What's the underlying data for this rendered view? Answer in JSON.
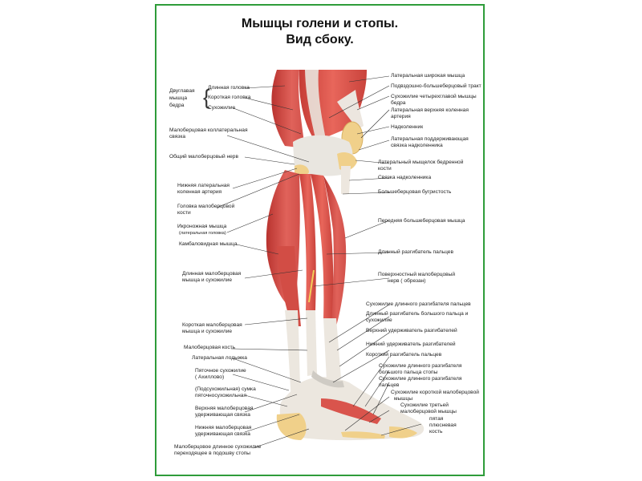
{
  "title": {
    "line1": "Мышцы голени и стопы.",
    "line2": "Вид сбоку."
  },
  "colors": {
    "frame": "#2e9c3a",
    "muscle": "#d9534a",
    "muscle_light": "#ef8d82",
    "tendon": "#e9e6e0",
    "bone": "#f1d48a",
    "leader": "#333333"
  },
  "labels_left": {
    "biceps_group": [
      "Двуглавая",
      "мышца",
      "бедра"
    ],
    "long_head": "Длинная головка",
    "short_head": "Короткая головка",
    "tendon": "Сухожилие",
    "fibular_collateral_1": "Малоберцовая коллатеральная",
    "fibular_collateral_2": "связка",
    "common_fibular_nerve": "Общий малоберцовый нерв",
    "inferior_genicular_1": "Нижняя латеральная",
    "inferior_genicular_2": "коленная артерия",
    "fibula_head_1": "Головка малоберцовой",
    "fibula_head_2": "кости",
    "gastrocnemius_1": "Икроножная мышца",
    "gastrocnemius_2": "(латеральная головка)",
    "soleus": "Камбаловидная мышца",
    "peroneus_longus_1": "Длинная малоберцовая",
    "peroneus_longus_2": "мышца и сухожилие",
    "peroneus_brevis_1": "Короткая малоберцовая",
    "peroneus_brevis_2": "мышца и сухожилие",
    "fibula": "Малоберцовая кость",
    "lateral_malleolus": "Латеральная лодыжка",
    "achilles_1": "Пяточное сухожилие",
    "achilles_2": "( Ахиллово)",
    "bursa_1": "(Подсухожильная) сумка",
    "bursa_2": "пяточносухожильная",
    "sup_retinaculum_1": "Верхняя малоберцовая",
    "sup_retinaculum_2": "удерживающая связка",
    "inf_retinaculum_1": "Нижняя  малоберцовая",
    "inf_retinaculum_2": "удерживающая связка",
    "peroneus_longus_sole_1": "Малоберцовое длинное сухожилие",
    "peroneus_longus_sole_2": "переходящее в подошву стопы"
  },
  "labels_right": {
    "vastus_lateralis": "Латеральная широкая мышца",
    "it_tract": "Подвздошно-большеберцовый тракт",
    "quadriceps_tendon_1": "Сухожилие четырехглавой мышцы",
    "quadriceps_tendon_2": "бедра",
    "sup_genicular_1": "Латеральная верхняя коленная",
    "sup_genicular_2": "артерия",
    "patella": "Надколенник",
    "patellar_retinaculum_1": "Латеральная  поддерживающая",
    "patellar_retinaculum_2": "связка надколенника",
    "femoral_condyle_1": "Латеральный мыщелок бедренной",
    "femoral_condyle_2": "кости",
    "patellar_ligament": "Связка надколенника",
    "tibial_tuberosity": "Большеберцовая  бугристость",
    "tibialis_anterior": "Передняя большеберцовая мышца",
    "ext_digitorum_longus": "Длинный разгибатель пальцев",
    "sup_fibular_nerve_1": "Поверхностный малоберцовый",
    "sup_fibular_nerve_2": "нерв ( обрезан)",
    "edl_tendon": "Сухожилие длинного  разгибателя пальцев",
    "ehl_1": "Длинный разгибатель большого пальца и",
    "ehl_2": "сухожилие",
    "sup_ext_retinaculum": "Верхний удерживатель   разгибателей",
    "inf_ext_retinaculum": "Нижний удерживатель разгибателей",
    "ext_digitorum_brevis": "Короткий разгибатель пальцев",
    "ehl_tendon_1": "Сухожилие длинного разгибателя",
    "ehl_tendon_2": "большого пальца стопы",
    "edl_tendon2_1": "Сухожилие длинного    разгибателя",
    "edl_tendon2_2": "пальцев",
    "pb_tendon_1": "Сухожилие короткой малоберцовой",
    "pb_tendon_2": "мышцы",
    "pt_tendon_1": "Сухожилие третьей",
    "pt_tendon_2": "малоберцовой  мышцы",
    "fifth_metatarsal_1": "пятая",
    "fifth_metatarsal_2": "плюсневая",
    "fifth_metatarsal_3": "кость"
  }
}
